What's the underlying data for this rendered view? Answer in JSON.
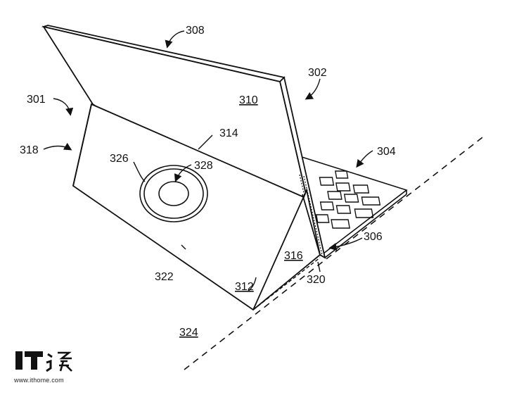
{
  "figure": {
    "labels": {
      "l308": "308",
      "l302": "302",
      "l310": "310",
      "l301": "301",
      "l314": "314",
      "l304": "304",
      "l318": "318",
      "l326": "326",
      "l328": "328",
      "l306": "306",
      "l316": "316",
      "l322": "322",
      "l320": "320",
      "l312": "312",
      "l324": "324"
    }
  },
  "watermark": {
    "logo_text": "IT之家",
    "url": "www.ithome.com"
  },
  "colors": {
    "line": "#111111",
    "background": "#ffffff"
  }
}
